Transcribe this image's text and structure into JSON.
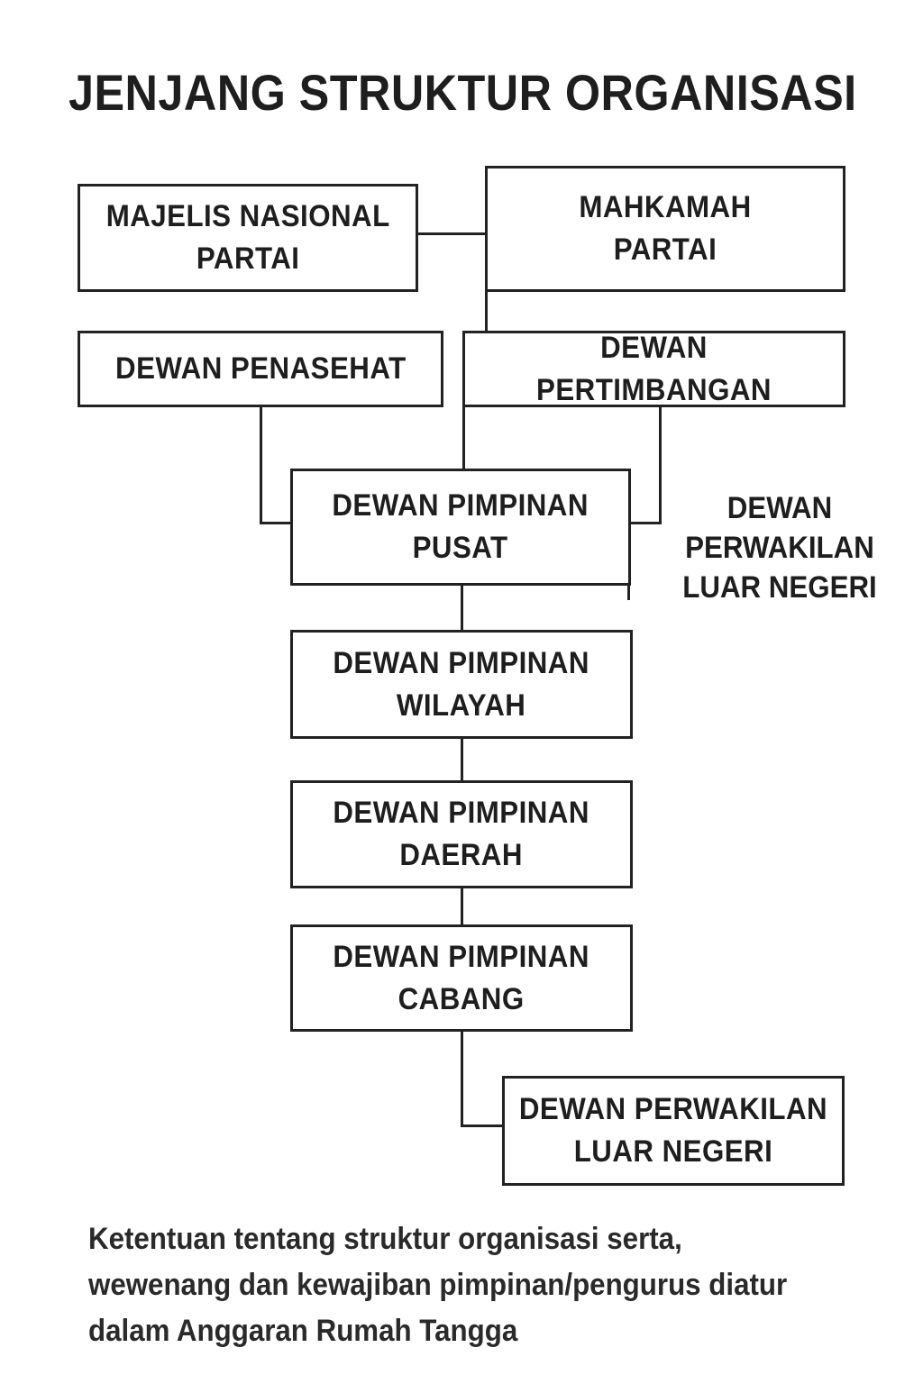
{
  "title": "JENJANG STRUKTUR ORGANISASI",
  "nodes": {
    "majelis": "MAJELIS NASIONAL\nPARTAI",
    "mahkamah": "MAHKAMAH\nPARTAI",
    "penasehat": "DEWAN PENASEHAT",
    "pertimbangan": "DEWAN PERTIMBANGAN",
    "pusat": "DEWAN PIMPINAN\nPUSAT",
    "perwakilan_side": "DEWAN\nPERWAKILAN\nLUAR NEGERI",
    "wilayah": "DEWAN PIMPINAN\nWILAYAH",
    "daerah": "DEWAN PIMPINAN\nDAERAH",
    "cabang": "DEWAN PIMPINAN\nCABANG",
    "perwakilan_bottom": "DEWAN PERWAKILAN\nLUAR NEGERI"
  },
  "footnote": "Ketentuan tentang struktur organisasi serta, wewenang dan kewajiban pimpinan/pengurus diatur dalam Anggaran  Rumah Tangga"
}
